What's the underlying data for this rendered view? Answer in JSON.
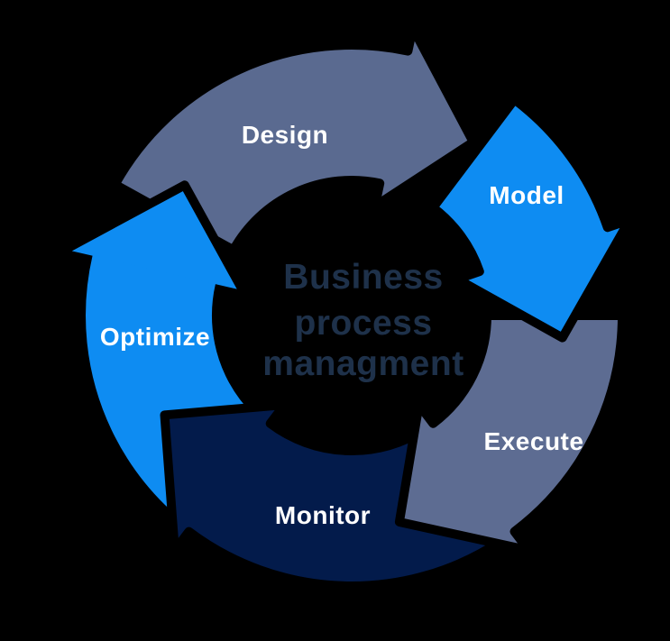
{
  "background": "#000000",
  "diagram": {
    "type": "cycle",
    "direction": "clockwise",
    "center": {
      "line1": "Business",
      "line2": "process",
      "line3": "managment",
      "color": "#1E314A"
    },
    "label_color": "#FFFFFF",
    "steps": [
      {
        "label": "Design",
        "color": "#5A6A90"
      },
      {
        "label": "Model",
        "color": "#0E8CF2"
      },
      {
        "label": "Execute",
        "color": "#5D6C92"
      },
      {
        "label": "Monitor",
        "color": "#031B4B"
      },
      {
        "label": "Optimize",
        "color": "#0E8CF2"
      }
    ]
  }
}
